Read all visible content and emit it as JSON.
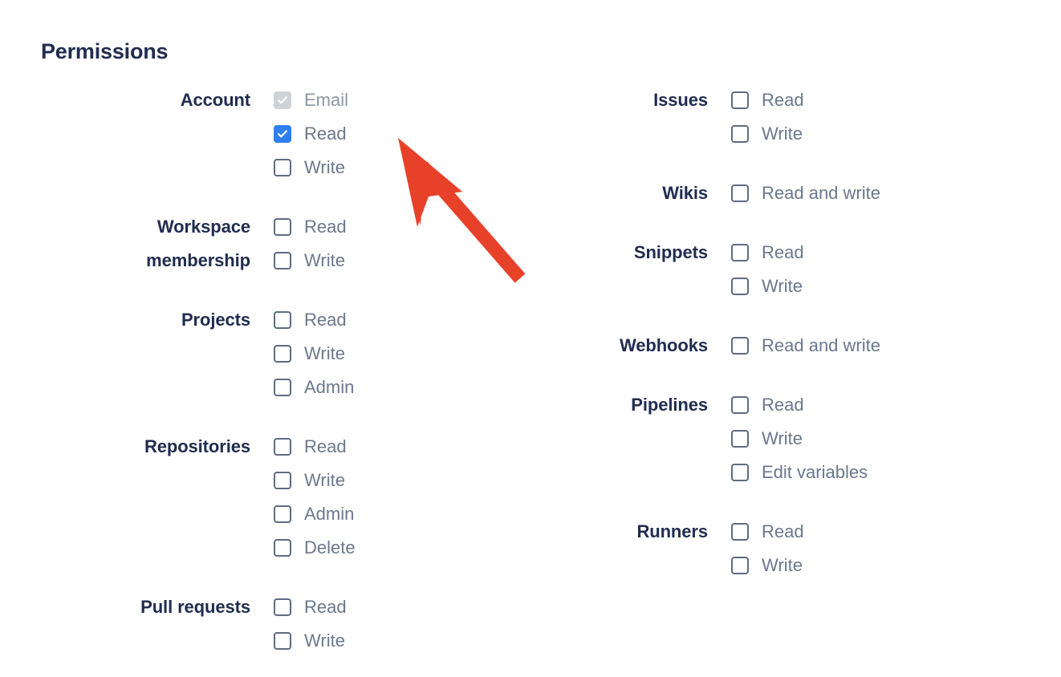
{
  "page": {
    "title": "Permissions",
    "accent_checked_color": "#2d7ff3",
    "disabled_checked_color": "#cfd2d6",
    "label_color": "#212c4f",
    "option_color": "#6b778c",
    "annotation_color": "#e8412a"
  },
  "annotation": {
    "name": "red-arrow-pointer",
    "points_at": "Account / Read checkbox",
    "color": "#e8412a"
  },
  "columns": {
    "left": [
      {
        "label": "Account",
        "label_lines": [
          "Account"
        ],
        "options": [
          {
            "label": "Email",
            "state": "checked-disabled"
          },
          {
            "label": "Read",
            "state": "checked"
          },
          {
            "label": "Write",
            "state": "unchecked"
          }
        ]
      },
      {
        "label": "Workspace membership",
        "label_lines": [
          "Workspace",
          "membership"
        ],
        "options": [
          {
            "label": "Read",
            "state": "unchecked"
          },
          {
            "label": "Write",
            "state": "unchecked"
          }
        ]
      },
      {
        "label": "Projects",
        "label_lines": [
          "Projects"
        ],
        "options": [
          {
            "label": "Read",
            "state": "unchecked"
          },
          {
            "label": "Write",
            "state": "unchecked"
          },
          {
            "label": "Admin",
            "state": "unchecked"
          }
        ]
      },
      {
        "label": "Repositories",
        "label_lines": [
          "Repositories"
        ],
        "options": [
          {
            "label": "Read",
            "state": "unchecked"
          },
          {
            "label": "Write",
            "state": "unchecked"
          },
          {
            "label": "Admin",
            "state": "unchecked"
          },
          {
            "label": "Delete",
            "state": "unchecked"
          }
        ]
      },
      {
        "label": "Pull requests",
        "label_lines": [
          "Pull requests"
        ],
        "options": [
          {
            "label": "Read",
            "state": "unchecked"
          },
          {
            "label": "Write",
            "state": "unchecked"
          }
        ]
      }
    ],
    "right": [
      {
        "label": "Issues",
        "label_lines": [
          "Issues"
        ],
        "options": [
          {
            "label": "Read",
            "state": "unchecked"
          },
          {
            "label": "Write",
            "state": "unchecked"
          }
        ]
      },
      {
        "label": "Wikis",
        "label_lines": [
          "Wikis"
        ],
        "options": [
          {
            "label": "Read and write",
            "state": "unchecked"
          }
        ]
      },
      {
        "label": "Snippets",
        "label_lines": [
          "Snippets"
        ],
        "options": [
          {
            "label": "Read",
            "state": "unchecked"
          },
          {
            "label": "Write",
            "state": "unchecked"
          }
        ]
      },
      {
        "label": "Webhooks",
        "label_lines": [
          "Webhooks"
        ],
        "options": [
          {
            "label": "Read and write",
            "state": "unchecked"
          }
        ]
      },
      {
        "label": "Pipelines",
        "label_lines": [
          "Pipelines"
        ],
        "options": [
          {
            "label": "Read",
            "state": "unchecked"
          },
          {
            "label": "Write",
            "state": "unchecked"
          },
          {
            "label": "Edit variables",
            "state": "unchecked"
          }
        ]
      },
      {
        "label": "Runners",
        "label_lines": [
          "Runners"
        ],
        "options": [
          {
            "label": "Read",
            "state": "unchecked"
          },
          {
            "label": "Write",
            "state": "unchecked"
          }
        ]
      }
    ]
  }
}
